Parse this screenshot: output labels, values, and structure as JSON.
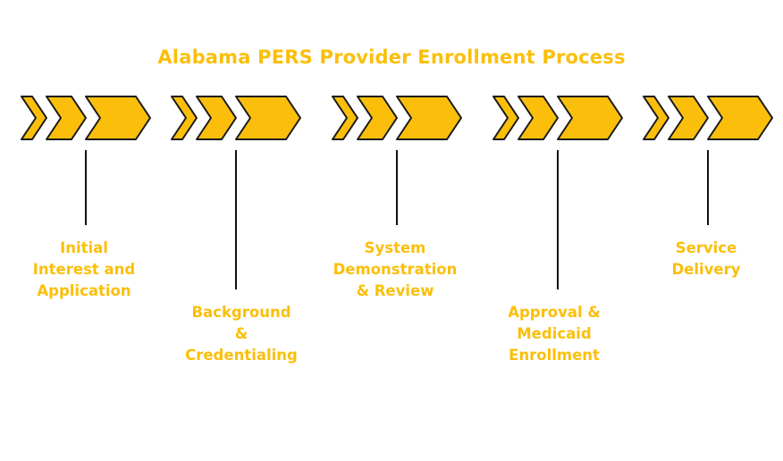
{
  "title": "Alabama PERS Provider Enrollment Process",
  "colors": {
    "chevron_fill": "#fbbf0b",
    "chevron_stroke": "#1a1a1a",
    "text": "#fbbf0b",
    "connector": "#111111"
  },
  "stages": [
    {
      "lines": [
        "Initial",
        "Interest and",
        "Application"
      ]
    },
    {
      "lines": [
        "Background",
        "&",
        "Credentialing"
      ]
    },
    {
      "lines": [
        "System",
        "Demonstration",
        "& Review"
      ]
    },
    {
      "lines": [
        "Approval &",
        "Medicaid",
        "Enrollment"
      ]
    },
    {
      "lines": [
        "Service",
        "Delivery"
      ]
    }
  ]
}
